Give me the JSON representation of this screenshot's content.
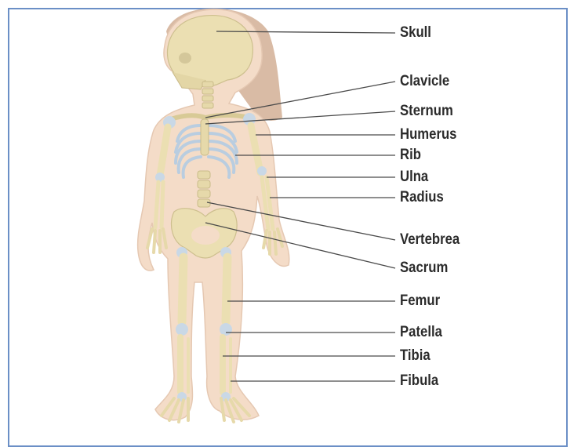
{
  "diagram": {
    "labels": {
      "skull": "Skull",
      "clavicle": "Clavicle",
      "sternum": "Sternum",
      "humerus": "Humerus",
      "rib": "Rib",
      "ulna": "Ulna",
      "radius": "Radius",
      "vertebrea": "Vertebrea",
      "sacrum": "Sacrum",
      "femur": "Femur",
      "patella": "Patella",
      "tibia": "Tibia",
      "fibula": "Fibula"
    },
    "colors": {
      "frame": "#6b8fc6",
      "skin": "#f3d9c4",
      "bone": "#eadfb4",
      "cartilage": "#c7d7e6",
      "hair": "#d7b9a3",
      "leader": "#4a4a4a"
    }
  }
}
